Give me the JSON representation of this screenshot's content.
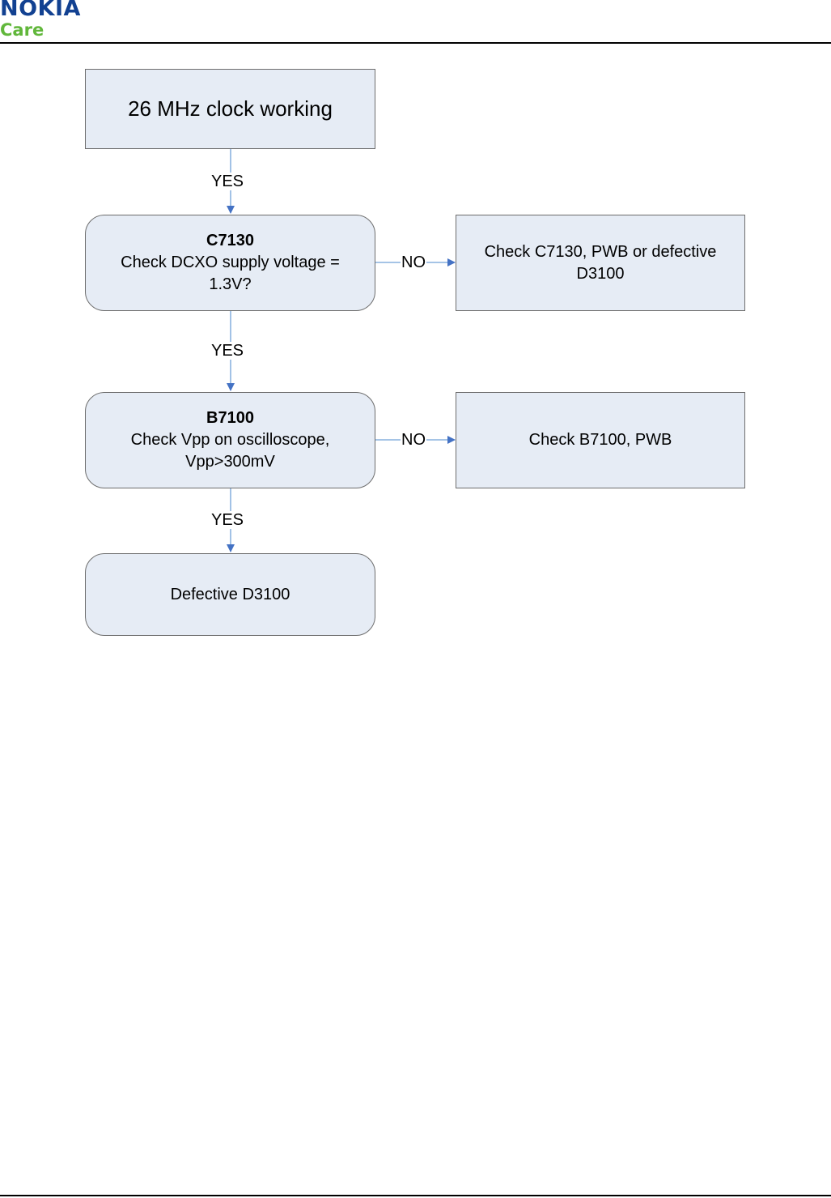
{
  "header": {
    "logo_brand": "NOKIA",
    "logo_sub": "Care",
    "colors": {
      "brand_blue": "#124191",
      "care_green": "#61b73b",
      "box_fill": "#e6ecf5",
      "arrow": "#4472c4"
    }
  },
  "flowchart": {
    "start": {
      "text": "26 MHz clock working"
    },
    "step1": {
      "title": "C7130",
      "line1": "Check DCXO supply voltage =",
      "line2": "1.3V?"
    },
    "step1_fail": {
      "line1": "Check C7130, PWB or defective",
      "line2": "D3100"
    },
    "step2": {
      "title": "B7100",
      "line1": "Check Vpp on oscilloscope,",
      "line2": "Vpp>300mV"
    },
    "step2_fail": {
      "text": "Check B7100, PWB"
    },
    "end": {
      "text": "Defective D3100"
    },
    "labels": {
      "yes1": "YES",
      "yes2": "YES",
      "yes3": "YES",
      "no1": "NO",
      "no2": "NO"
    }
  }
}
